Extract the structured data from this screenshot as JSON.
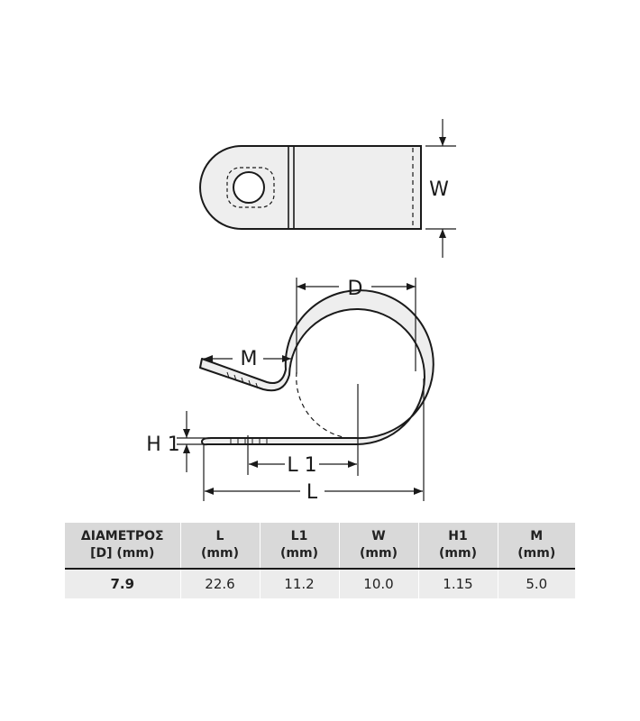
{
  "labels": {
    "w": "W",
    "d": "D",
    "m": "M",
    "h1": "H 1",
    "l1": "L 1",
    "l": "L"
  },
  "table": {
    "headers": [
      {
        "line1": "ΔΙΑΜΕΤΡΟΣ",
        "line2": "[D] (mm)"
      },
      {
        "line1": "L",
        "line2": "(mm)"
      },
      {
        "line1": "L1",
        "line2": "(mm)"
      },
      {
        "line1": "W",
        "line2": "(mm)"
      },
      {
        "line1": "H1",
        "line2": "(mm)"
      },
      {
        "line1": "M",
        "line2": "(mm)"
      }
    ],
    "rows": [
      [
        "7.9",
        "22.6",
        "11.2",
        "10.0",
        "1.15",
        "5.0"
      ]
    ]
  },
  "colors": {
    "part_fill": "#eeeeee",
    "outline": "#1a1a1a",
    "header_bg": "#d9d9d9",
    "row_bg": "#ececec"
  }
}
